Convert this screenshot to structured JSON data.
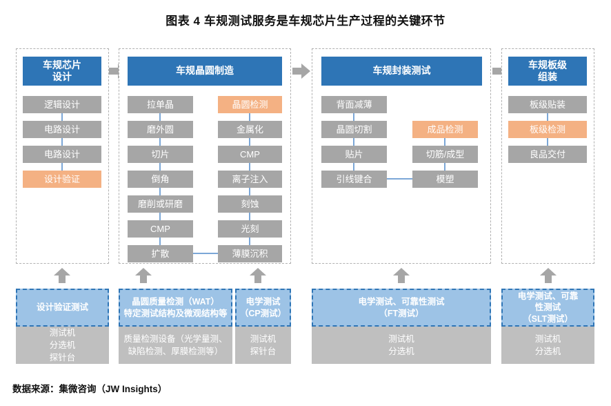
{
  "title": "图表  4 车规测试服务是车规芯片生产过程的关键环节",
  "footer": "数据来源：集微咨询（JW Insights）",
  "colors": {
    "header_blue": "#2E75B6",
    "node_gray": "#A6A6A6",
    "highlight_orange": "#F4B183",
    "testbar_blue": "#9DC3E6",
    "equipment_gray": "#BFBFBF",
    "connector_blue": "#7BA7D7",
    "arrow_gray": "#A6A6A6",
    "dashed_border": "#b0b0b0"
  },
  "stages": [
    {
      "id": "chip-design",
      "header": "车规芯片\n设计",
      "left_column": [
        "逻辑设计",
        "电路设计",
        "电路设计"
      ],
      "left_column_highlight": "设计验证",
      "right_column": []
    },
    {
      "id": "wafer-manufacturing",
      "header": "车规晶圆制造",
      "left_column": [
        "拉单晶",
        "磨外圆",
        "切片",
        "倒角",
        "磨削或研磨",
        "CMP",
        "扩散"
      ],
      "right_column": [
        "薄膜沉积",
        "光刻",
        "刻蚀",
        "离子注入",
        "CMP",
        "金属化"
      ],
      "right_column_highlight": "晶圆检测"
    },
    {
      "id": "package-test",
      "header": "车规封装测试",
      "left_column": [
        "背面减薄",
        "晶圆切割",
        "贴片",
        "引线键合"
      ],
      "right_column": [
        "模塑",
        "切筋/成型"
      ],
      "right_column_highlight": "成品检测"
    },
    {
      "id": "board-assembly",
      "header": "车规板级\n组装",
      "left_column": [
        "板级贴装"
      ],
      "left_column_highlight": "板级检测",
      "left_column_after": [
        "良品交付"
      ],
      "right_column": []
    }
  ],
  "node_labels": {
    "s0_n0": "逻辑设计",
    "s0_n1": "电路设计",
    "s0_n2": "电路设计",
    "s0_n3": "设计验证",
    "s1_l0": "拉单晶",
    "s1_l1": "磨外圆",
    "s1_l2": "切片",
    "s1_l3": "倒角",
    "s1_l4": "磨削或研磨",
    "s1_l5": "CMP",
    "s1_l6": "扩散",
    "s1_r0": "晶圆检测",
    "s1_r1": "金属化",
    "s1_r2": "CMP",
    "s1_r3": "离子注入",
    "s1_r4": "刻蚀",
    "s1_r5": "光刻",
    "s1_r6": "薄膜沉积",
    "s2_l0": "背面减薄",
    "s2_l1": "晶圆切割",
    "s2_l2": "贴片",
    "s2_l3": "引线键合",
    "s2_r0": "成品检测",
    "s2_r1": "切筋/成型",
    "s2_r2": "模塑",
    "s3_n0": "板级贴装",
    "s3_n1": "板级检测",
    "s3_n2": "良品交付"
  },
  "stage_headers": {
    "h0": "车规芯片\n设计",
    "h1": "车规晶圆制造",
    "h2": "车规封装测试",
    "h3": "车规板级\n组装"
  },
  "test_bars": [
    {
      "id": "design-verification-test",
      "label": "设计验证测试",
      "equipment": "测试机\n分选机\n探针台"
    },
    {
      "id": "wat-test",
      "label": "晶圆质量检测（WAT）\n特定测试结构及微观结构等",
      "equipment": "质量检测设备（光学量测、缺陷检测、厚膜检测等）"
    },
    {
      "id": "cp-test",
      "label": "电学测试\n（CP测试）",
      "equipment": "测试机\n探针台"
    },
    {
      "id": "ft-test",
      "label": "电学测试、可靠性测试\n（FT测试）",
      "equipment": "测试机\n分选机"
    },
    {
      "id": "slt-test",
      "label": "电学测试、可靠\n性测试\n（SLT测试）",
      "equipment": "测试机\n分选机"
    }
  ]
}
